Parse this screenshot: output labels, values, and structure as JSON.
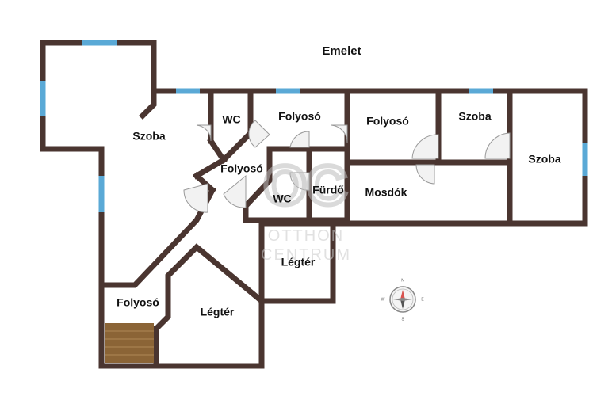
{
  "floor_title": "Emelet",
  "rooms": [
    {
      "id": "szoba-1",
      "label": "Szoba"
    },
    {
      "id": "wc-1",
      "label": "WC"
    },
    {
      "id": "folyoso-1",
      "label": "Folyosó"
    },
    {
      "id": "folyoso-2",
      "label": "Folyosó"
    },
    {
      "id": "szoba-2",
      "label": "Szoba"
    },
    {
      "id": "szoba-3",
      "label": "Szoba"
    },
    {
      "id": "folyoso-3",
      "label": "Folyosó"
    },
    {
      "id": "wc-2",
      "label": "WC"
    },
    {
      "id": "furdo",
      "label": "Fürdő"
    },
    {
      "id": "mosdok",
      "label": "Mosdók"
    },
    {
      "id": "legter-1",
      "label": "Légtér"
    },
    {
      "id": "folyoso-4",
      "label": "Folyosó"
    },
    {
      "id": "legter-2",
      "label": "Légtér"
    }
  ],
  "watermark": {
    "logo": "OC",
    "line1": "OTTHON",
    "line2": "CENTRUM"
  },
  "compass": {
    "n": "N",
    "e": "E",
    "s": "S",
    "w": "W"
  },
  "colors": {
    "wall": "#4a3530",
    "window": "#5aa9d6",
    "stairs": "#8b6436",
    "door_fill": "#f2f2f2"
  }
}
